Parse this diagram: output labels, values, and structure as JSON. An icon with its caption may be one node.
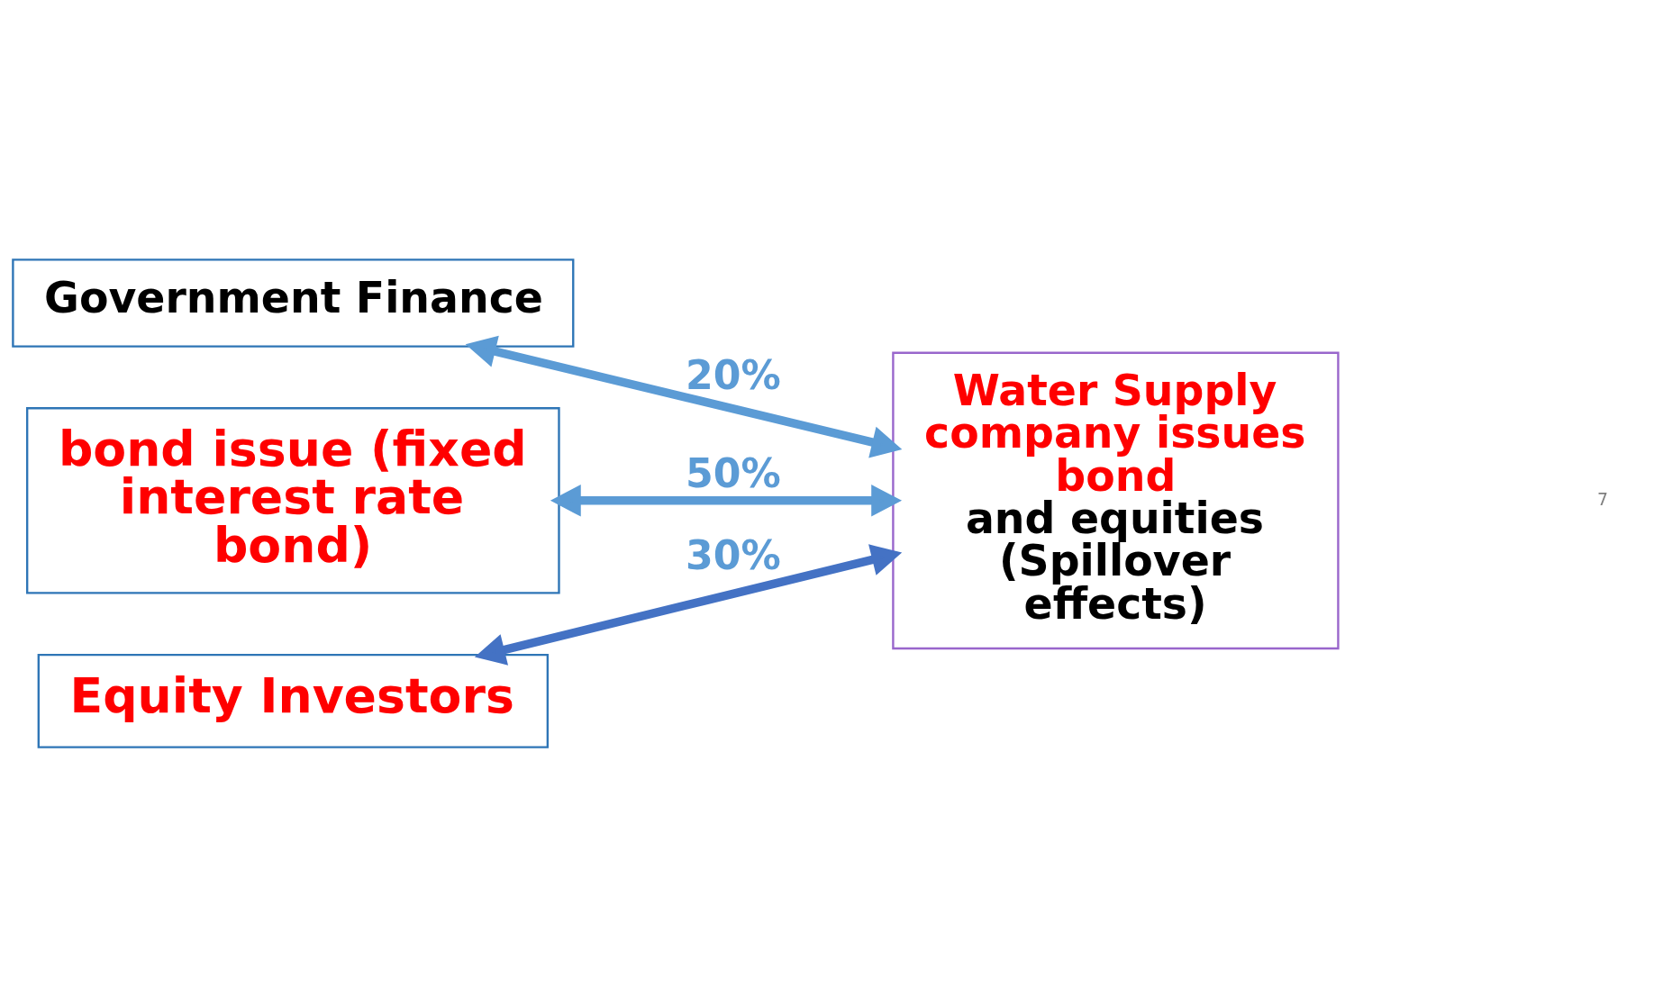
{
  "diagram": {
    "nodes": [
      {
        "text": [
          "Government Finance"
        ]
      },
      {
        "text": [
          "bond issue (fixed interest rate bond)"
        ]
      },
      {
        "text": [
          "Equity Investors"
        ]
      },
      {
        "text": [
          "Water Supply company issues bond",
          "and equities (Spillover effects)"
        ]
      }
    ],
    "edges": [
      {
        "from": 0,
        "to": 3,
        "arrow": "both",
        "label": "20%"
      },
      {
        "from": 1,
        "to": 3,
        "arrow": "both",
        "label": "50%"
      },
      {
        "from": 2,
        "to": 3,
        "arrow": "both",
        "label": "30%",
        "color": "#4472c4"
      }
    ],
    "labels": [
      "7"
    ]
  }
}
